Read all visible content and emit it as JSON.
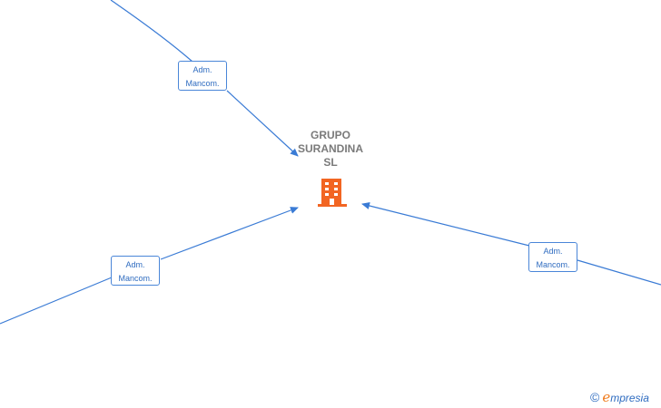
{
  "center_node": {
    "label_lines": [
      "GRUPO",
      "SURANDINA",
      "SL"
    ],
    "icon": "building-icon",
    "icon_color": "#f26522"
  },
  "edges": [
    {
      "label_lines": [
        "Adm.",
        "Mancom."
      ]
    },
    {
      "label_lines": [
        "Adm.",
        "Mancom."
      ]
    },
    {
      "label_lines": [
        "Adm.",
        "Mancom."
      ]
    }
  ],
  "edge_color": "#3a7bd5",
  "brand": {
    "copyright_symbol": "©",
    "logo_initial": "e",
    "logo_rest": "mpresia"
  }
}
